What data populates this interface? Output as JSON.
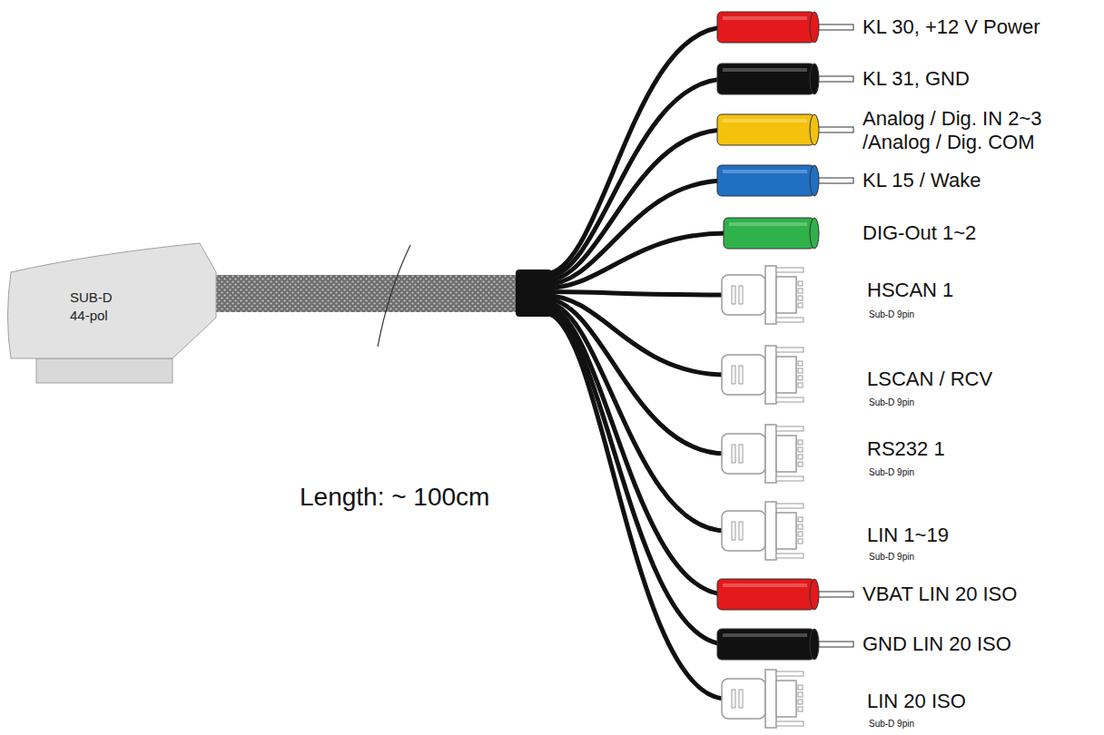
{
  "diagram": {
    "nodes": [
      {
        "text": [
          "SUB-D 44-pol"
        ]
      }
    ],
    "labels": [
      "KL 30, +12 V Power",
      "KL 31, GND",
      "Analog / Dig. IN 2~3 /Analog / Dig. COM",
      "KL 15 / Wake",
      "DIG-Out 1~2",
      "HSCAN 1",
      "Sub-D 9pin",
      "LSCAN / RCV",
      "Sub-D 9pin",
      "RS232 1",
      "Sub-D 9pin",
      "LIN 1~19",
      "Sub-D 9pin",
      "VBAT LIN 20 ISO",
      "GND LIN 20 ISO",
      "LIN 20 ISO",
      "Sub-D 9pin",
      "Length: ~ 100cm"
    ]
  }
}
